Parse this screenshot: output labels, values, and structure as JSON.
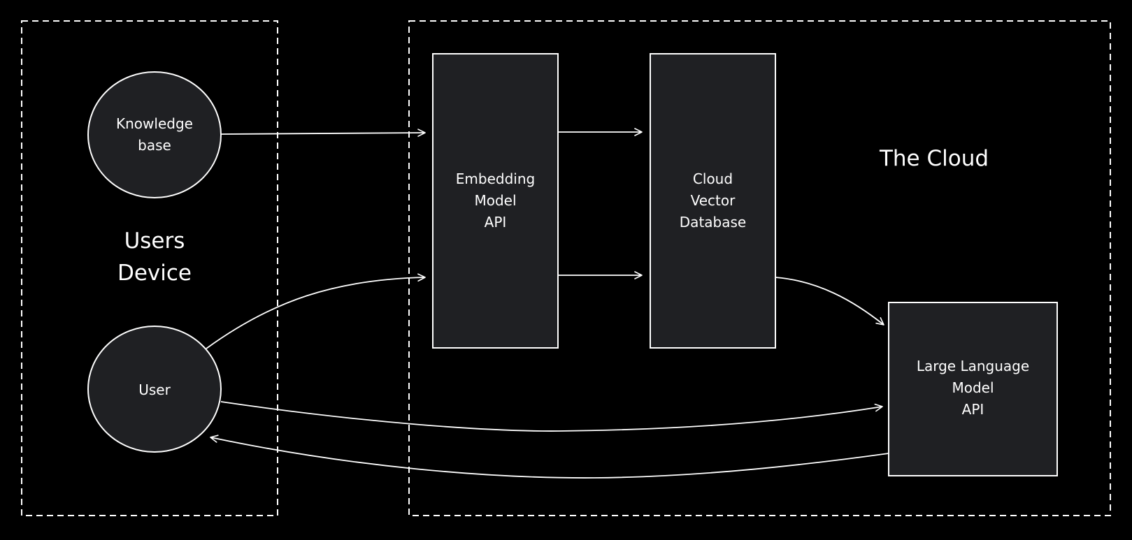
{
  "colors": {
    "background": "#000000",
    "node_fill": "#1f2023",
    "stroke": "#ffffff",
    "text": "#ffffff"
  },
  "zones": {
    "users_device": {
      "label": "Users\nDevice"
    },
    "cloud": {
      "label": "The Cloud"
    }
  },
  "nodes": {
    "knowledge_base": {
      "label": "Knowledge\nbase"
    },
    "user": {
      "label": "User"
    },
    "embedding_model_api": {
      "label": "Embedding\nModel\nAPI"
    },
    "cloud_vector_database": {
      "label": "Cloud\nVector\nDatabase"
    },
    "large_language_model_api": {
      "label": "Large Language\nModel\nAPI"
    }
  },
  "edges": [
    {
      "from": "knowledge_base",
      "to": "embedding_model_api"
    },
    {
      "from": "user",
      "to": "embedding_model_api"
    },
    {
      "from": "embedding_model_api",
      "to": "cloud_vector_database"
    },
    {
      "from": "embedding_model_api",
      "to": "cloud_vector_database"
    },
    {
      "from": "cloud_vector_database",
      "to": "large_language_model_api"
    },
    {
      "from": "user",
      "to": "large_language_model_api"
    },
    {
      "from": "large_language_model_api",
      "to": "user"
    }
  ]
}
